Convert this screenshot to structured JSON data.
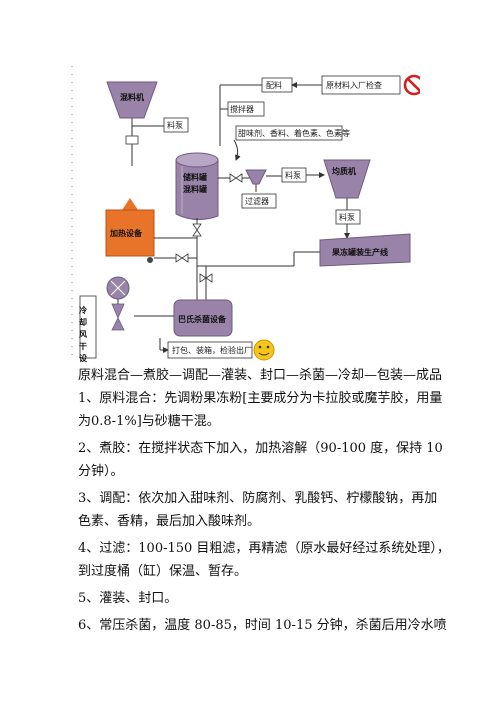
{
  "diagram": {
    "mixer": "混料机",
    "feed1": "料泵",
    "ingredient": "配料",
    "inspection": "原材料入厂检查",
    "stirrer": "搅拌器",
    "additives": "甜味剂、香料、着色素、色素等",
    "tank_top": "储料罐",
    "tank_bottom": "混料罐",
    "filter": "过滤器",
    "feed2": "料泵",
    "homogenizer": "均质机",
    "feed3": "料泵",
    "heater": "加热设备",
    "production_line": "果冻罐装生产线",
    "pasteurizer": "巴氏杀菌设备",
    "cooling_dryer": "冷却风干设施",
    "packing": "打包、装箱，检验出厂"
  },
  "text": {
    "line0": "原料混合—煮胶—调配—灌装、封口—杀菌—冷却—包装—成品",
    "p1a": "1、原料混合：先调粉果冻粉[主要成分为卡拉胶或魔芋胶，用量",
    "p1b": "为0.8-1%]与砂糖干混。",
    "p2a": "2、煮胶：在搅拌状态下加入，加热溶解（90-100 度，保持 10",
    "p2b": "分钟）。",
    "p3a": "3、调配：依次加入甜味剂、防腐剂、乳酸钙、柠檬酸钠，再加",
    "p3b": "色素、香精，最后加入酸味剂。",
    "p4a": "4、过滤：100-150 目粗滤，再精滤（原水最好经过系统处理），",
    "p4b": "到过度桶（缸）保温、暂存。",
    "p5": "5、灌装、封口。",
    "p6": "6、常压杀菌，温度 80-85，时间 10-15 分钟，杀菌后用冷水喷"
  }
}
